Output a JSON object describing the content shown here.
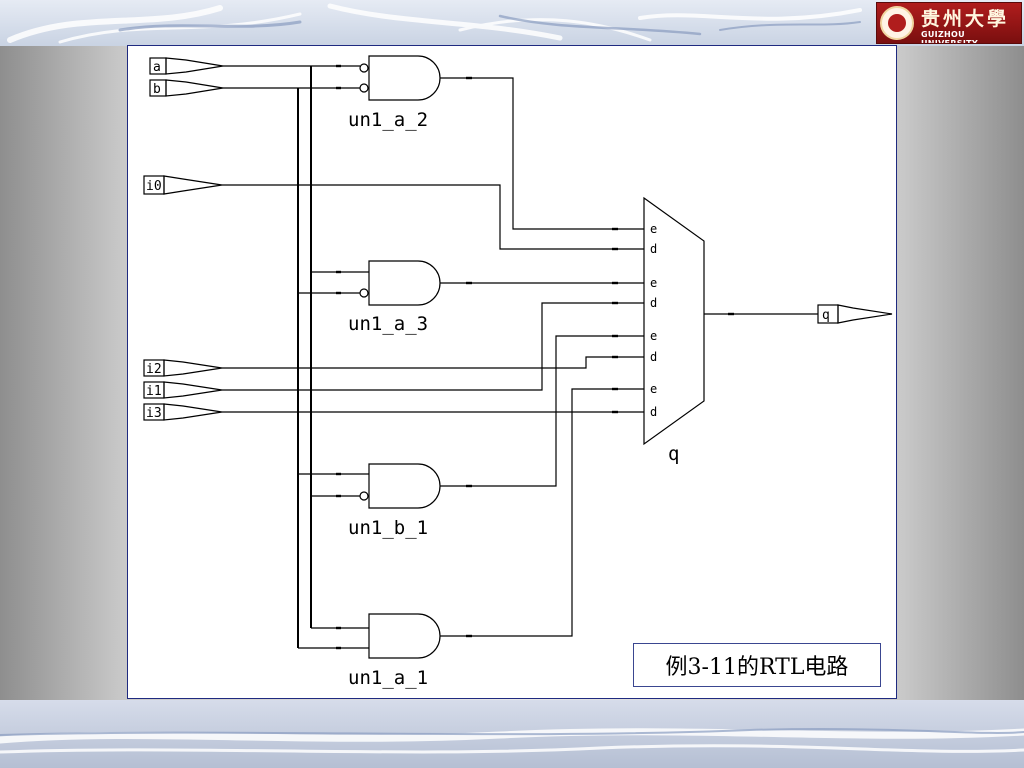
{
  "header": {
    "logo_cn": "贵州大學",
    "logo_en": "GUIZHOU UNIVERSITY"
  },
  "inputs": {
    "a": "a",
    "b": "b",
    "i0": "i0",
    "i2": "i2",
    "i1": "i1",
    "i3": "i3"
  },
  "output": {
    "q": "q"
  },
  "gates": {
    "un1_a_2": "un1_a_2",
    "un1_a_3": "un1_a_3",
    "un1_b_1": "un1_b_1",
    "un1_a_1": "un1_a_1"
  },
  "selector": {
    "label": "q",
    "pins": [
      "e",
      "d",
      "e",
      "d",
      "e",
      "d",
      "e",
      "d"
    ]
  },
  "caption": "例3-11的RTL电路",
  "colors": {
    "panel_border": "#1f2a80",
    "logo_red": "#b01d1d",
    "wire": "#000000"
  }
}
